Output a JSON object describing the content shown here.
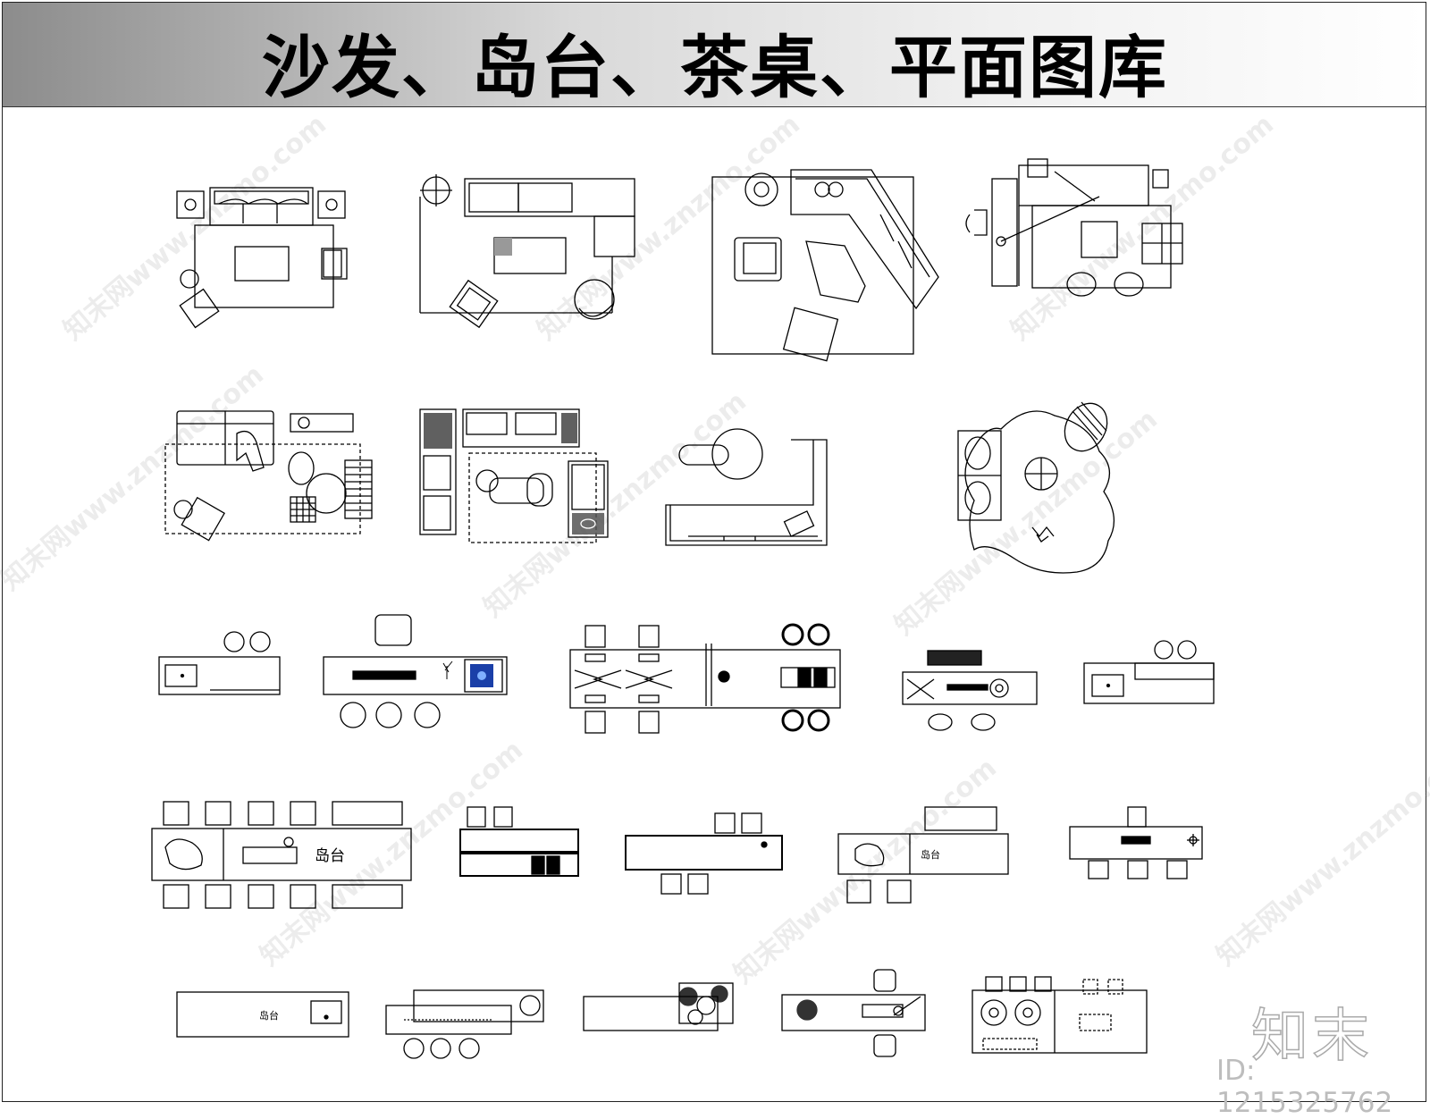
{
  "title": "沙发、岛台、茶桌、平面图库",
  "island_label": "岛台",
  "logo": "知末",
  "asset_id": "ID: 1215325762",
  "watermark": "知末网www.znzmo.com",
  "colors": {
    "line": "#000000",
    "frame": "#222222",
    "lamp_blue": "#2a5bd7"
  }
}
